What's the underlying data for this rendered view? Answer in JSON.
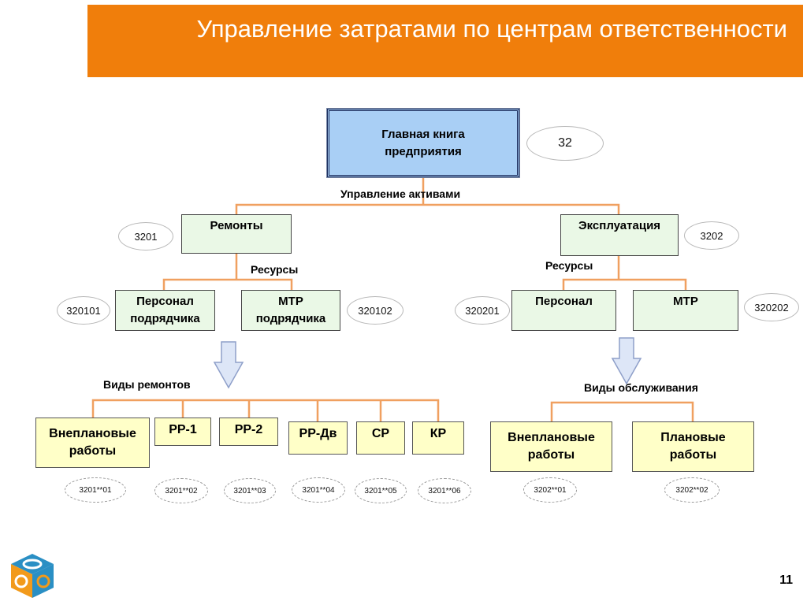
{
  "slide": {
    "title": "Управление затратами по центрам ответственности",
    "page_number": "11"
  },
  "diagram": {
    "root": {
      "label": "Главная книга\nпредприятия",
      "code": "32"
    },
    "label_assets": "Управление активами",
    "repairs": {
      "label": "Ремонты",
      "code": "3201",
      "label_resources": "Ресурсы",
      "resources": [
        {
          "label": "Персонал\nподрядчика",
          "code": "320101"
        },
        {
          "label": "МТР\nподрядчика",
          "code": "320102"
        }
      ],
      "label_types": "Виды ремонтов",
      "types": [
        {
          "label": "Внеплановые\nработы",
          "code": "3201**01"
        },
        {
          "label": "РР-1",
          "code": "3201**02"
        },
        {
          "label": "РР-2",
          "code": "3201**03"
        },
        {
          "label": "РР-Дв",
          "code": "3201**04"
        },
        {
          "label": "СР",
          "code": "3201**05"
        },
        {
          "label": "КР",
          "code": "3201**06"
        }
      ]
    },
    "operation": {
      "label": "Эксплуатация",
      "code": "3202",
      "label_resources": "Ресурсы",
      "resources": [
        {
          "label": "Персонал",
          "code": "320201"
        },
        {
          "label": "МТР",
          "code": "320202"
        }
      ],
      "label_types": "Виды обслуживания",
      "types": [
        {
          "label": "Внеплановые\nработы",
          "code": "3202**01"
        },
        {
          "label": "Плановые\nработы",
          "code": "3202**02"
        }
      ]
    }
  },
  "colors": {
    "header": "#f07e0b",
    "connector": "#f0a060",
    "root_fill": "#a9cff5",
    "node_fill": "#eaf8e6",
    "leaf_fill": "#ffffc8",
    "arrow_fill": "#dde6f7"
  },
  "icons": {
    "logo": "cube-logo-icon",
    "arrow": "down-arrow-icon"
  }
}
